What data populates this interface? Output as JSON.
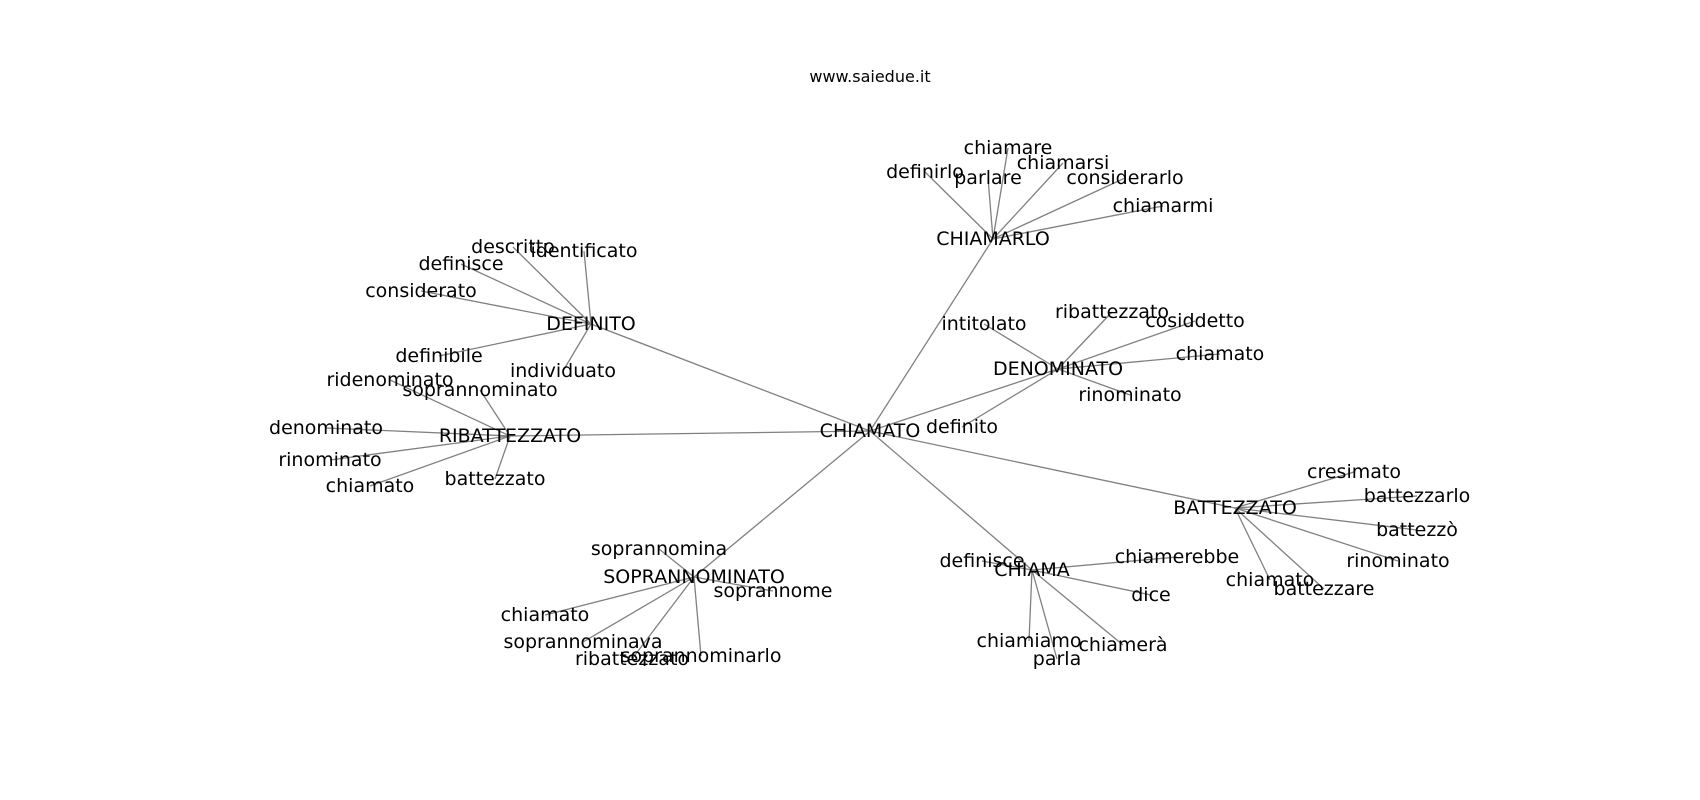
{
  "header": {
    "site": "www.saiedue.it"
  },
  "graph": {
    "center": "CHIAMATO",
    "clusters": [
      {
        "hub": "CHIAMARLO",
        "leaves": [
          "chiamare",
          "definirlo",
          "parlare",
          "chiamarsi",
          "considerarlo",
          "chiamarmi"
        ]
      },
      {
        "hub": "DEFINITO",
        "leaves": [
          "descritto",
          "identificato",
          "definisce",
          "considerato",
          "definibile",
          "individuato"
        ]
      },
      {
        "hub": "RIBATTEZZATO",
        "leaves": [
          "ridenominato",
          "soprannominato",
          "denominato",
          "rinominato",
          "chiamato",
          "battezzato"
        ]
      },
      {
        "hub": "DENOMINATO",
        "leaves": [
          "ribattezzato",
          "intitolato",
          "cosiddetto",
          "chiamato",
          "rinominato",
          "definito"
        ]
      },
      {
        "hub": "BATTEZZATO",
        "leaves": [
          "cresimato",
          "battezzarlo",
          "battezzò",
          "rinominato",
          "chiamato",
          "battezzare"
        ]
      },
      {
        "hub": "CHIAMA",
        "leaves": [
          "chiamerebbe",
          "definisce",
          "dice",
          "chiamiamo",
          "parla",
          "chiamerà"
        ]
      },
      {
        "hub": "SOPRANNOMINATO",
        "leaves": [
          "soprannomina",
          "soprannome",
          "chiamato",
          "soprannominava",
          "ribattezzato",
          "soprannominarlo"
        ]
      }
    ]
  },
  "colors": {
    "edge": "#808080",
    "text": "#000000",
    "background": "#ffffff"
  }
}
